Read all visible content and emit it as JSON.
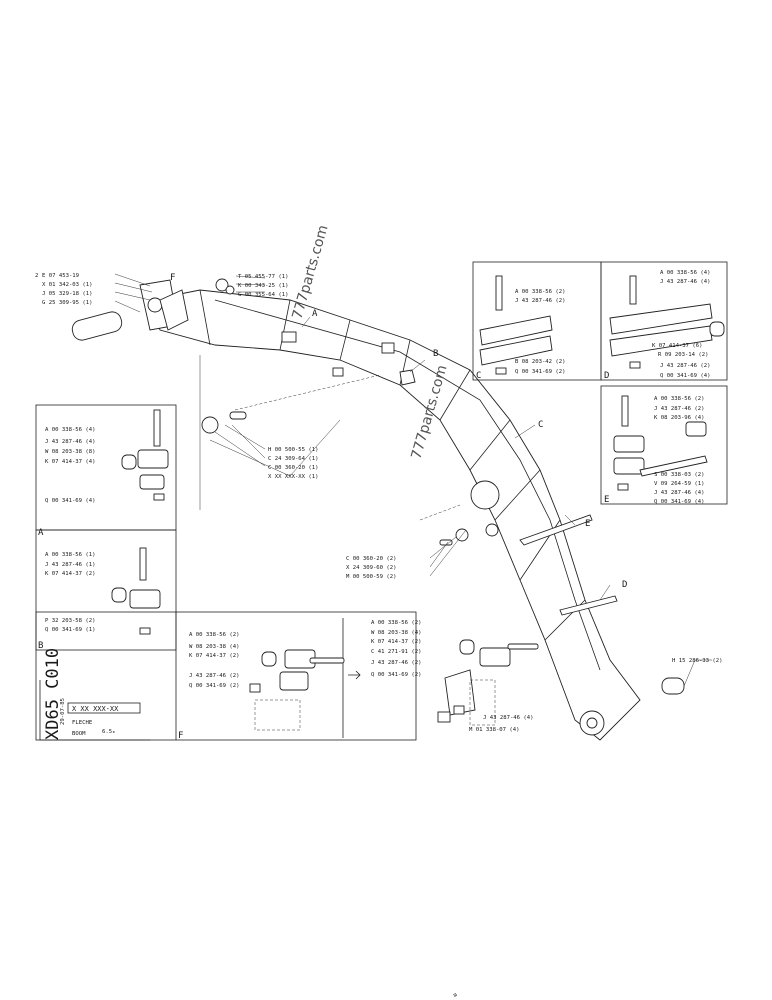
{
  "watermarks": [
    "777parts.com",
    "777parts.com"
  ],
  "drawing_code": "XD65 C010",
  "date_code": "29-07-85",
  "title_block": {
    "part_number": "X XX XXX-XX",
    "title_fr": "FLECHE",
    "title_en": "BOOM",
    "dimension": "6.5ₘ"
  },
  "page_mark": "ш",
  "top_left_callouts": {
    "prefix": "2",
    "items": [
      "E 07 453-19",
      "X 01 342-03 (1)",
      "J 05 329-18 (1)",
      "G 25 309-95 (1)"
    ]
  },
  "top_center_callouts": [
    "T 05 455-77 (1)",
    "K 00 343-25 (1)",
    "G 00 355-64 (1)"
  ],
  "pin_callouts": [
    "H 00 500-55 (1)",
    "C 24 309-64 (1)",
    "C 00 360-20 (1)",
    "X XX XXX-XX (1)"
  ],
  "lower_pin_callouts": [
    "C 00 360-20 (2)",
    "X 24 309-60 (2)",
    "M 00 500-59 (2)"
  ],
  "right_pin_callout": "H 15 286-33 (2)",
  "letters": {
    "a": "A",
    "b": "B",
    "c": "C",
    "d": "D",
    "e": "E",
    "f": "F"
  },
  "panel_a": {
    "letter": "A",
    "items": [
      "A 00 338-56 (4)",
      "J 43 287-46 (4)",
      "W 08 203-38 (8)",
      "K 07 414-37 (4)",
      "Q 00 341-69 (4)"
    ]
  },
  "panel_b": {
    "letter": "B",
    "items": [
      "A 00 338-56 (1)",
      "J 43 287-46 (1)",
      "K 07 414-37 (2)",
      "P 32 203-58 (2)",
      "Q 00 341-69 (1)"
    ]
  },
  "panel_c": {
    "letter": "C",
    "items": [
      "A 00 338-56 (2)",
      "J 43 287-46 (2)",
      "B 08 203-42 (2)",
      "Q 00 341-69 (2)"
    ]
  },
  "panel_d": {
    "letter": "D",
    "items": [
      "A 00 338-56 (4)",
      "J 43 287-46 (4)",
      "K 07 414-37 (6)",
      "R 09 203-14 (2)",
      "J 43 287-46 (2)",
      "Q 00 341-69 (4)"
    ]
  },
  "panel_e": {
    "letter": "E",
    "items": [
      "A 00 338-56 (2)",
      "J 43 287-46 (2)",
      "K 08 203-96 (4)",
      "S 00 338-03 (2)",
      "V 09 264-59 (1)",
      "J 43 287-46 (4)",
      "Q 00 341-69 (4)"
    ]
  },
  "panel_f": {
    "letter": "F",
    "left_items": [
      "A 00 338-56 (2)",
      "W 08 203-38 (4)",
      "K 07 414-37 (2)",
      "J 43 287-46 (2)",
      "Q 00 341-69 (2)"
    ],
    "right_items": [
      "A 00 338-56 (2)",
      "W 08 203-38 (4)",
      "K 07 414-37 (2)",
      "C 41 271-91 (2)",
      "J 43 287-46 (2)",
      "Q 00 341-69 (2)",
      "J 43 287-46 (4)",
      "M 01 338-07 (4)"
    ]
  }
}
